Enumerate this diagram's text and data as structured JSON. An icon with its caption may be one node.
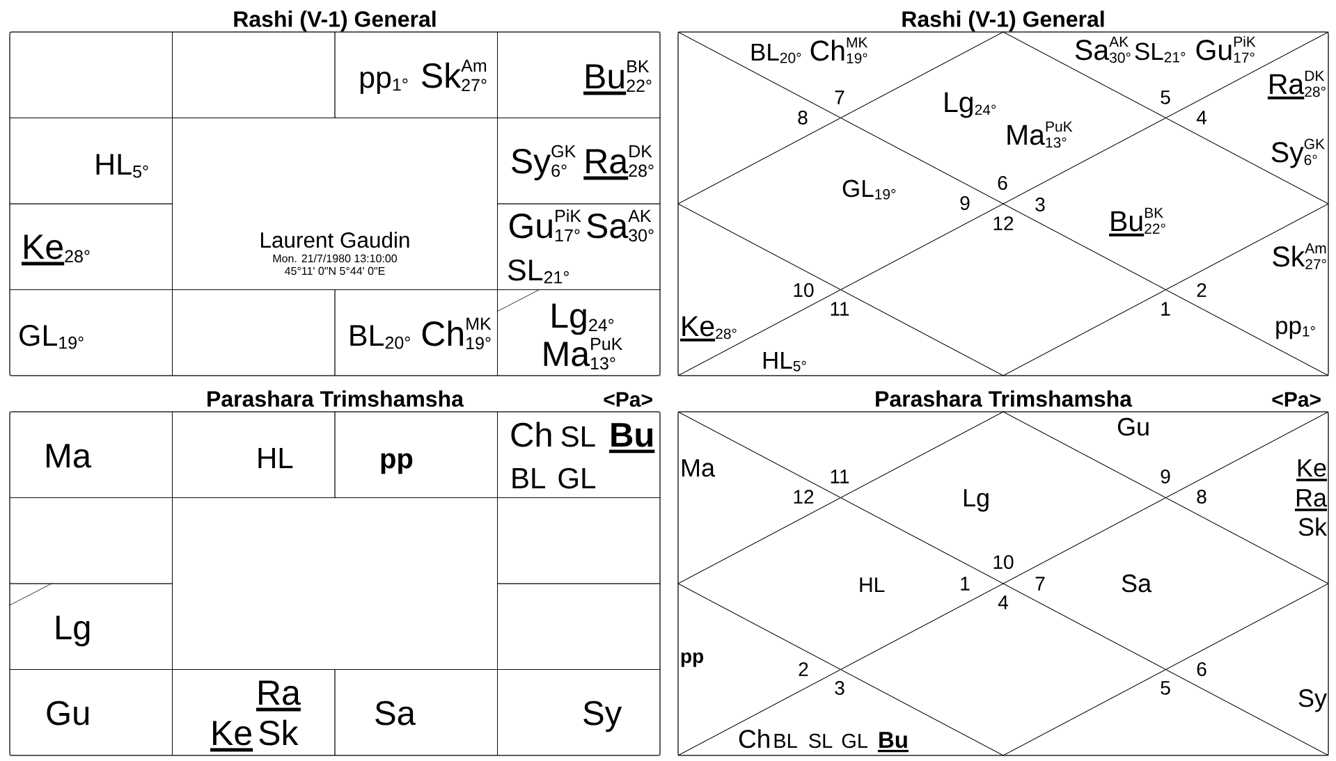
{
  "diagram": {
    "nodes": [
      {
        "text": [
          "Rashi (V-1) General"
        ]
      },
      {
        "text": [],
        "shape": "box",
        "in": 0
      },
      {
        "text": [],
        "shape": "box",
        "in": 0
      },
      {
        "text": [
          "pp$_{1°}$",
          "Sk$^{Am}$$_{27°}$"
        ],
        "in": 0
      },
      {
        "text": [
          "Bu$^{BK}$$_{22°}$"
        ],
        "in": 0
      },
      {
        "text": [
          "HL$_{5°}$"
        ],
        "in": 0
      },
      {
        "text": [
          "Laurent Gaudin",
          "Mon. 21/7/1980 13:10:00",
          "45°11' 0\"N 5°44' 0\"E"
        ],
        "in": 0
      },
      {
        "text": [
          "Sy$^{GK}$$_{6°}$",
          "Ra$^{DK}$$_{28°}$"
        ],
        "in": 0
      },
      {
        "text": [
          "Ke$_{28°}$"
        ],
        "in": 0
      },
      {
        "text": [
          "Gu$^{PiK}$$_{17°}$",
          "Sa$^{AK}$$_{30°}$",
          "SL$_{21°}$"
        ],
        "in": 0
      },
      {
        "text": [
          "GL$_{19°}$"
        ],
        "in": 0
      },
      {
        "text": [],
        "shape": "box",
        "in": 0
      },
      {
        "text": [
          "BL$_{20°}$",
          "Ch$^{MK}$$_{19°}$"
        ],
        "in": 0
      },
      {
        "text": [
          "Lg$_{24°}$",
          "Ma$^{PuK}$$_{13°}$"
        ],
        "in": 0
      },
      {
        "text": [
          "Rashi (V-1) General"
        ]
      },
      {
        "text": [
          "BL$_{20°}$",
          "Ch$^{MK}$$_{19°}$",
          "7"
        ],
        "in": 14
      },
      {
        "text": [
          "Lg$_{24°}$",
          "Ma$^{PuK}$$_{13°}$",
          "6"
        ],
        "in": 14
      },
      {
        "text": [
          "Sa$^{AK}$$_{30°}$",
          "SL$_{21°}$",
          "Gu$^{PiK}$$_{17°}$",
          "5"
        ],
        "in": 14
      },
      {
        "text": [
          "8"
        ],
        "in": 14
      },
      {
        "text": [
          "Ra$^{DK}$$_{28°}$",
          "Sy$^{GK}$$_{6°}$",
          "4"
        ],
        "in": 14
      },
      {
        "text": [
          "GL$_{19°}$",
          "9"
        ],
        "in": 14
      },
      {
        "text": [
          "3",
          "Bu$^{BK}$$_{22°}$"
        ],
        "in": 14
      },
      {
        "text": [
          "10",
          "Ke$_{28°}$"
        ],
        "in": 14
      },
      {
        "text": [
          "Sk$^{Am}$$_{27°}$",
          "2",
          "pp$_{1°}$"
        ],
        "in": 14
      },
      {
        "text": [
          "12"
        ],
        "in": 14
      },
      {
        "text": [
          "11",
          "HL$_{5°}$"
        ],
        "in": 14
      },
      {
        "text": [
          "1"
        ],
        "in": 14
      },
      {
        "text": [
          "Parashara Trimshamsha",
          "<Pa>"
        ]
      },
      {
        "text": [
          "Ma"
        ],
        "in": 27
      },
      {
        "text": [
          "HL"
        ],
        "in": 27
      },
      {
        "text": [
          "pp"
        ],
        "in": 27
      },
      {
        "text": [
          "Ch",
          "SL",
          "Bu",
          "BL",
          "GL"
        ],
        "in": 27
      },
      {
        "text": [],
        "shape": "box",
        "in": 27
      },
      {
        "text": [],
        "shape": "box",
        "in": 27
      },
      {
        "text": [],
        "shape": "box",
        "in": 27
      },
      {
        "text": [
          "Lg"
        ],
        "in": 27
      },
      {
        "text": [],
        "shape": "box",
        "in": 27
      },
      {
        "text": [
          "Gu"
        ],
        "in": 27
      },
      {
        "text": [
          "Ra",
          "Ke",
          "Sk"
        ],
        "in": 27
      },
      {
        "text": [
          "Sa"
        ],
        "in": 27
      },
      {
        "text": [
          "Sy"
        ],
        "in": 27
      },
      {
        "text": [
          "Parashara Trimshamsha",
          "<Pa>"
        ]
      },
      {
        "text": [
          "11"
        ],
        "in": 41
      },
      {
        "text": [
          "Lg",
          "10"
        ],
        "in": 41
      },
      {
        "text": [
          "Gu",
          "9"
        ],
        "in": 41
      },
      {
        "text": [
          "Ma",
          "12"
        ],
        "in": 41
      },
      {
        "text": [
          "Ke",
          "Ra",
          "Sk",
          "8"
        ],
        "in": 41
      },
      {
        "text": [
          "HL",
          "1"
        ],
        "in": 41
      },
      {
        "text": [
          "7",
          "Sa"
        ],
        "in": 41
      },
      {
        "text": [
          "pp",
          "2"
        ],
        "in": 41
      },
      {
        "text": [
          "6",
          "Sy"
        ],
        "in": 41
      },
      {
        "text": [
          "4"
        ],
        "in": 41
      },
      {
        "text": [
          "3",
          "Ch",
          "BL",
          "SL",
          "GL",
          "Bu"
        ],
        "in": 41
      },
      {
        "text": [
          "5"
        ],
        "in": 41
      }
    ]
  }
}
